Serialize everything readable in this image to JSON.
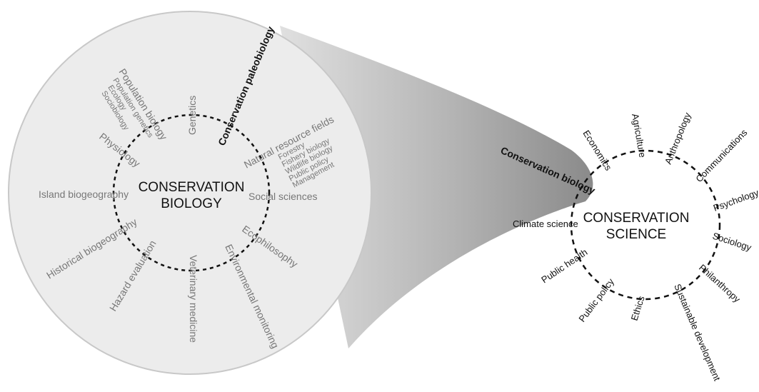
{
  "colors": {
    "big_circle_fill": "#ececec",
    "big_circle_stroke": "#c8c8c8",
    "gradient_dark": "#8a8a8a",
    "gradient_light": "#dcdcdc",
    "label_grey": "#777777",
    "label_dark": "#111111"
  },
  "left": {
    "center_line1": "CONSERVATION",
    "center_line2": "BIOLOGY",
    "labels": {
      "genetics": "Genetics",
      "conservation_paleobiology": "Conservation paleobiology",
      "population_biology": "Population biology",
      "population_genetics": "Population genetics",
      "ecology": "Ecology",
      "sociobiology": "Sociobiology",
      "physiology": "Physiology",
      "natural_resource_fields": "Natural resource fields",
      "forestry": "Forestry",
      "fishery_biology": "Fishery biology",
      "wildlife_biology": "Wildlife biology",
      "public_policy": "Public policy",
      "management": "Management",
      "island_biogeography": "Island biogeography",
      "social_sciences": "Social sciences",
      "ecophilosophy": "Ecophilosophy",
      "historical_biogeography": "Historical biogeography",
      "hazard_evaluation": "Hazard evaluation",
      "veterinary_medicine": "Veterinary medicine",
      "environmental_monitoring": "Environmental monitoring"
    }
  },
  "right": {
    "center_line1": "CONSERVATION",
    "center_line2": "SCIENCE",
    "labels": {
      "conservation_biology": "Conservation biology",
      "economics": "Economics",
      "agriculture": "Agriculture",
      "anthropology": "Anthropology",
      "communications": "Communications",
      "psychology": "Psychology",
      "sociology": "Sociology",
      "philanthropy": "Philanthropy",
      "sustainable_development": "Sustainable development",
      "ethics": "Ethics",
      "public_policy": "Public policy",
      "public_health": "Public health",
      "climate_science": "Climate science"
    }
  }
}
